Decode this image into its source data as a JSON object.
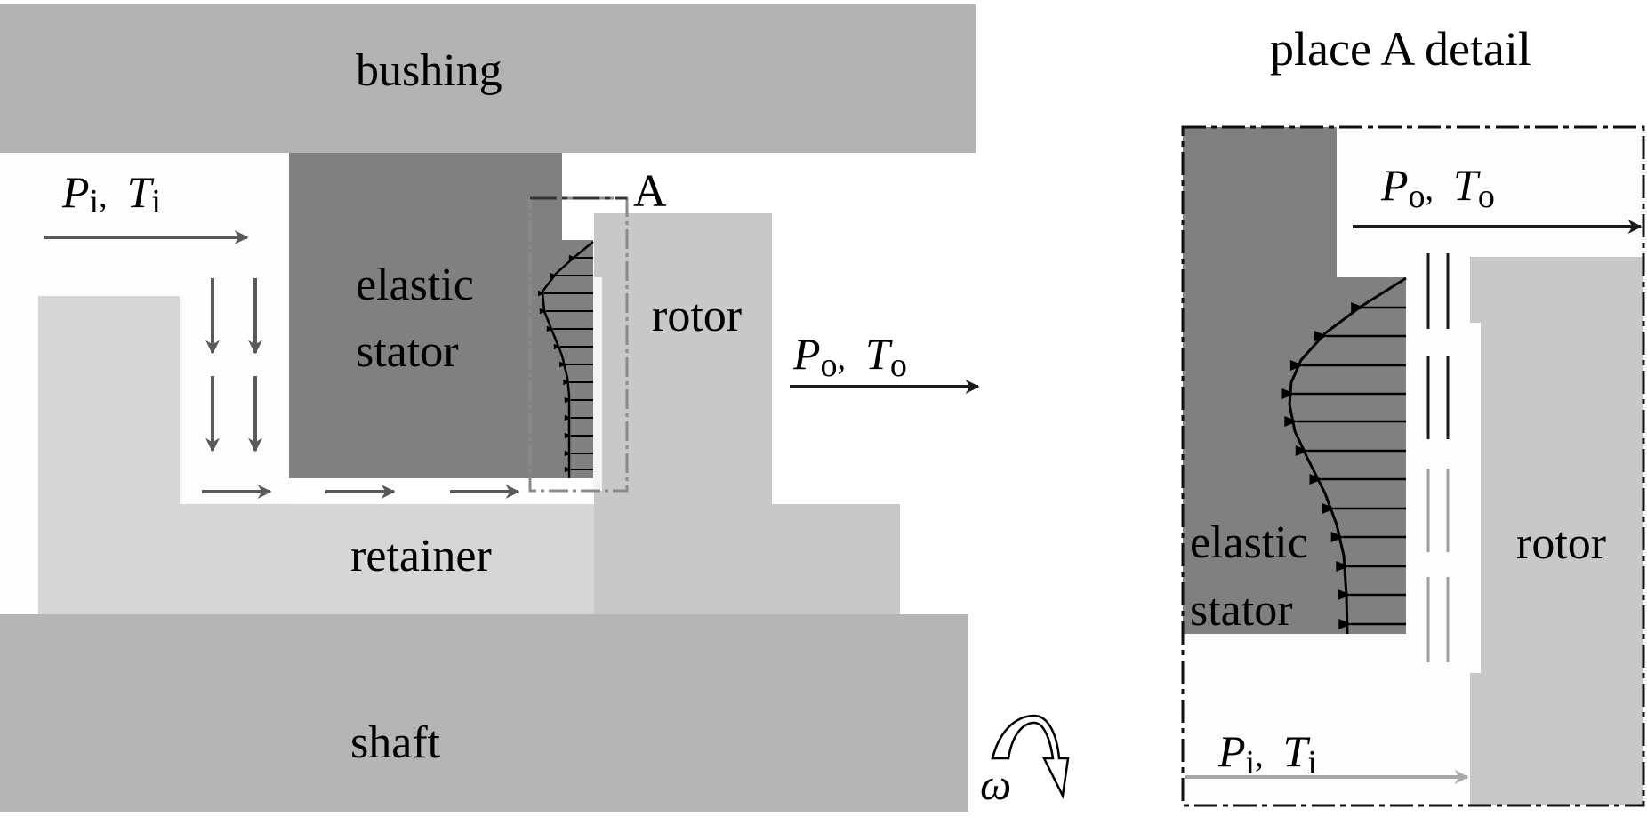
{
  "figure": {
    "main_view": {
      "parts": {
        "bushing": "bushing",
        "elastic_stator": [
          "elastic",
          "stator"
        ],
        "rotor": "rotor",
        "retainer": "retainer",
        "shaft": "shaft"
      },
      "detail_marker": "A",
      "inlet": {
        "P": "P",
        "P_sub": "i",
        "sep": ",",
        "T": "T",
        "T_sub": "i"
      },
      "outlet": {
        "P": "P",
        "P_sub": "o",
        "sep": ",",
        "T": "T",
        "T_sub": "o"
      },
      "rotation_symbol": "ω",
      "icons": [
        "flow-arrow-icon",
        "rotation-arrow-icon",
        "pressure-distribution-icon"
      ]
    },
    "detail_view": {
      "title": "place A detail",
      "parts": {
        "elastic_stator": [
          "elastic",
          "stator"
        ],
        "rotor": "rotor"
      },
      "outlet": {
        "P": "P",
        "P_sub": "o",
        "sep": ",",
        "T": "T",
        "T_sub": "o"
      },
      "inlet": {
        "P": "P",
        "P_sub": "i",
        "sep": ",",
        "T": "T",
        "T_sub": "i"
      }
    },
    "colors": {
      "bushing": "#b3b3b3",
      "stator": "#808080",
      "rotor": "#c8c8c8",
      "retainer": "#d6d6d6",
      "shaft": "#b5b5b5",
      "fluid": "#ffffff",
      "flow_arrow": "#5a5a5a",
      "outlet_arrow": "#1a1a1a",
      "inlet_arrow_detail": "#a8a8a8"
    }
  }
}
